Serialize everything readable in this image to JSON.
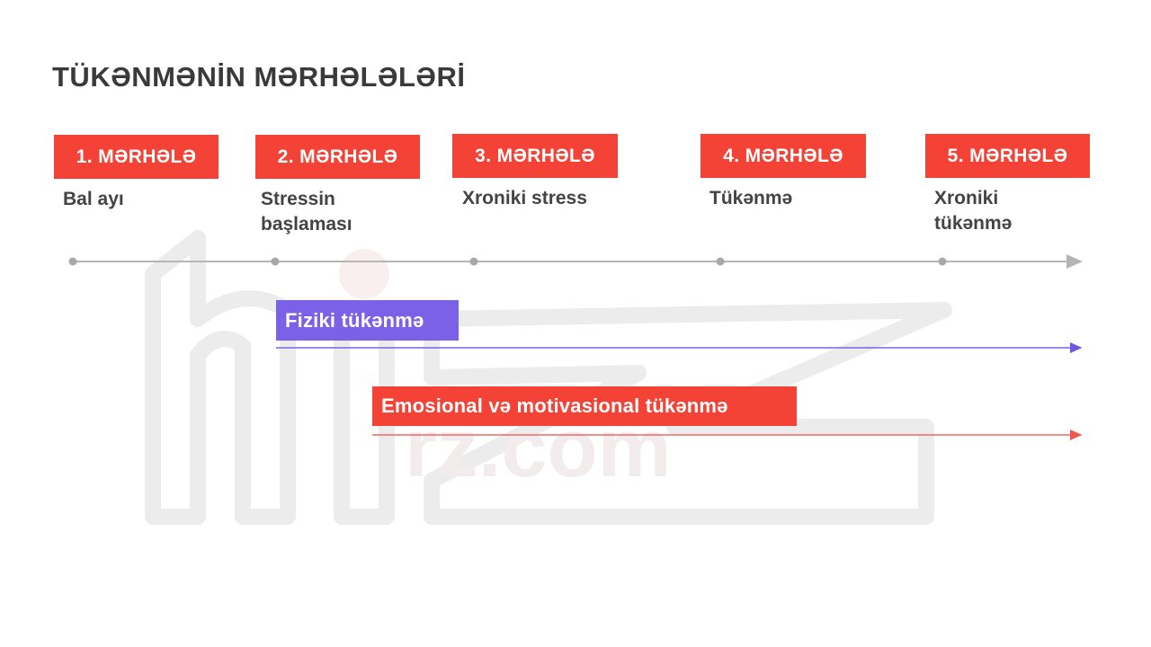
{
  "title": "TÜKƏNMƏNİN MƏRHƏLƏLƏRİ",
  "stages": [
    {
      "label": "1. MƏRHƏLƏ",
      "desc": "Bal ayı"
    },
    {
      "label": "2. MƏRHƏLƏ",
      "desc": "Stressin başlaması"
    },
    {
      "label": "3. MƏRHƏLƏ",
      "desc": "Xroniki stress"
    },
    {
      "label": "4. MƏRHƏLƏ",
      "desc": "Tükənmə"
    },
    {
      "label": "5. MƏRHƏLƏ",
      "desc": "Xroniki tükənmə"
    }
  ],
  "bands": {
    "physical": {
      "label": "Fiziki tükənmə",
      "color": "#7b61e8"
    },
    "emotional": {
      "label": "Emosional və motivasional tükənmə",
      "color": "#f44336"
    }
  },
  "colors": {
    "stage_red": "#f44336",
    "timeline_grey": "#b5b5b5"
  }
}
